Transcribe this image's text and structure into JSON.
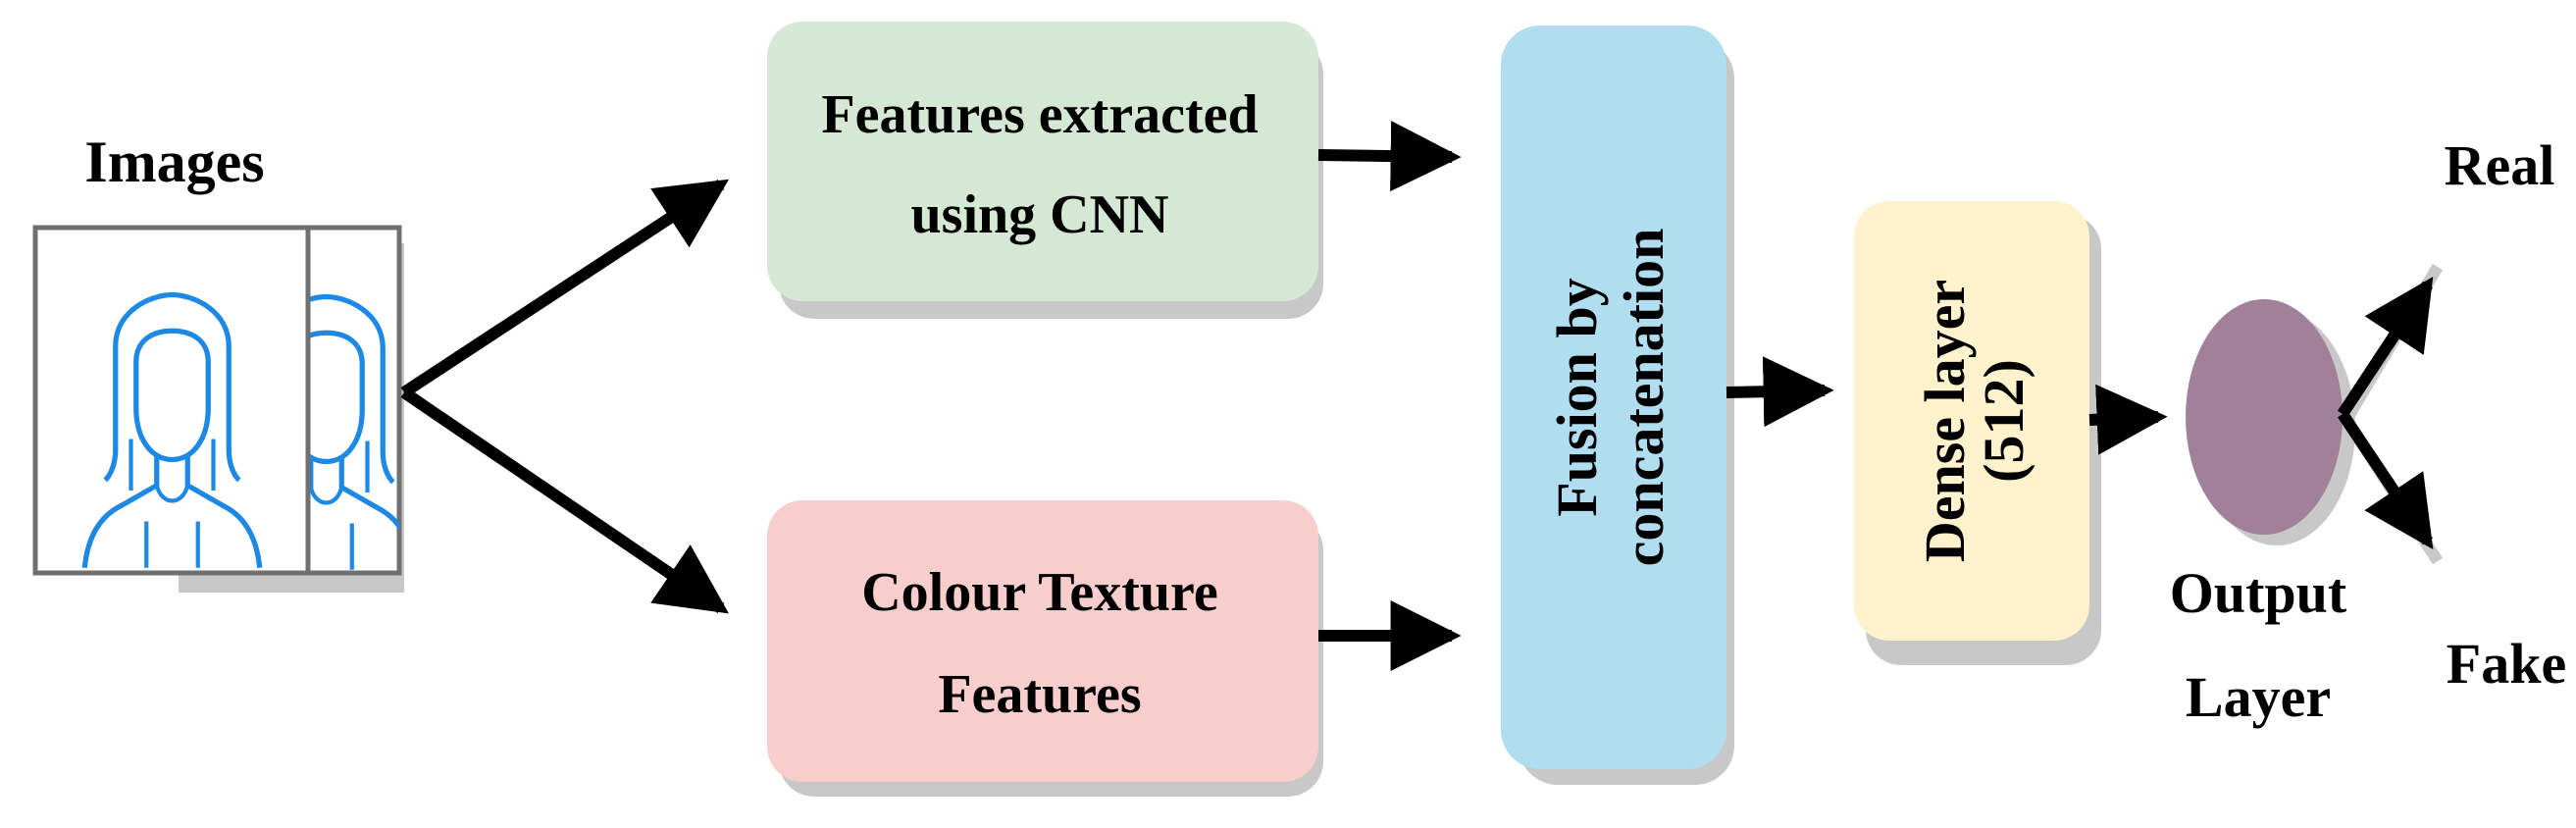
{
  "images_label": "Images",
  "boxes": {
    "cnn": {
      "line1": "Features extracted",
      "line2": "using CNN",
      "fill": "#d5e8d4"
    },
    "colour": {
      "line1": "Colour Texture",
      "line2": "Features",
      "fill": "#f8cecc"
    },
    "fusion": {
      "line1": "Fusion by",
      "line2": "concatenation",
      "fill": "#b1ddf0"
    },
    "dense": {
      "line1": "Dense layer",
      "line2": "(512)",
      "fill": "#fff2cc"
    }
  },
  "output": {
    "line1": "Output",
    "line2": "Layer",
    "fill": "#a1809a"
  },
  "results": {
    "real": "Real",
    "fake": "Fake"
  },
  "colors": {
    "shadow": "#c8c8c8",
    "arrow": "#000000",
    "face": "#1e88e5",
    "frame": "#707070"
  },
  "icons": {
    "person": "person-outline-icon"
  }
}
